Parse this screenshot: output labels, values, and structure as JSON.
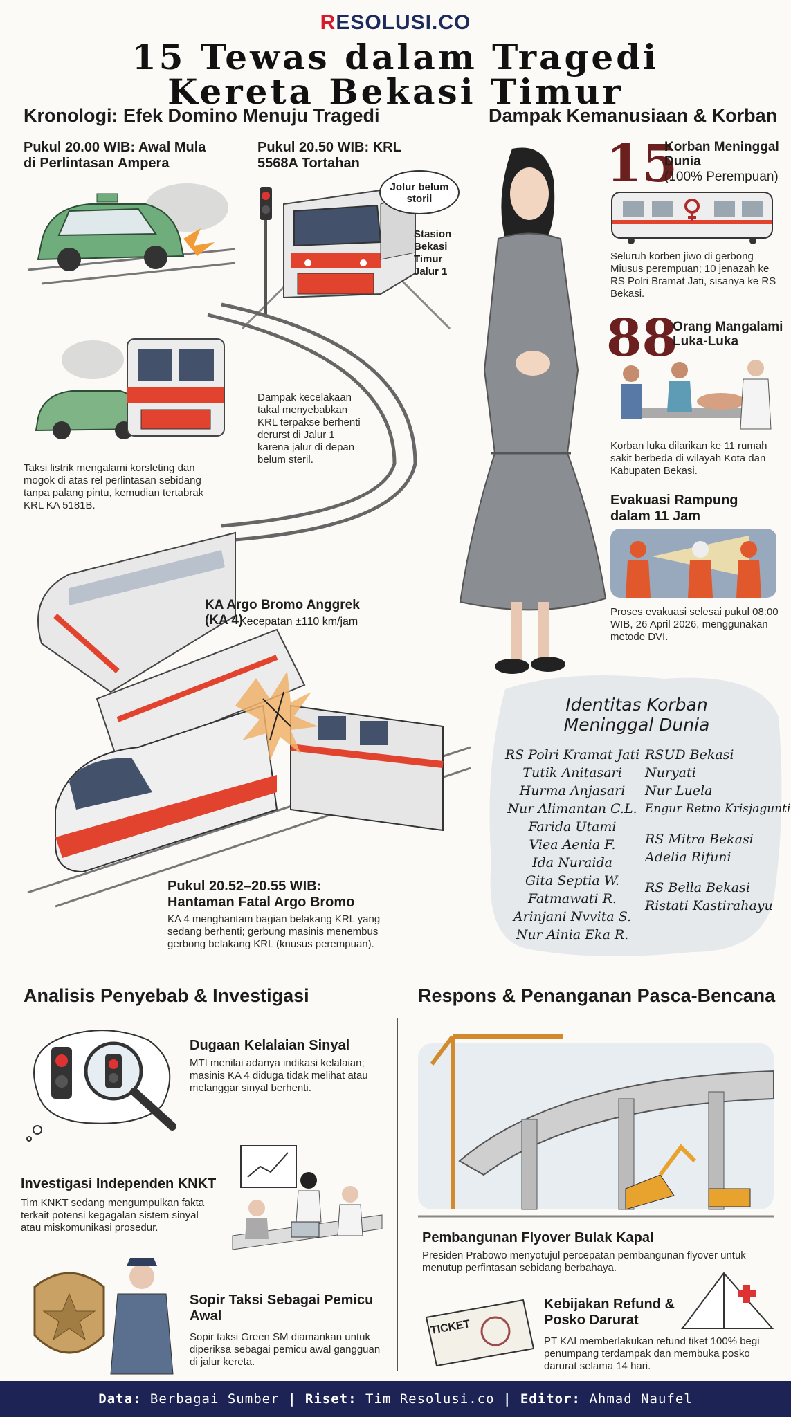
{
  "brand": {
    "prefix": "R",
    "rest": "ESOLUSI.CO"
  },
  "title": {
    "line1": "15 Tewas dalam Tragedi",
    "line2": "Kereta Bekasi Timur"
  },
  "kronologi": {
    "heading": "Kronologi: Efek Domino Menuju Tragedi",
    "step1_title": "Pukul 20.00 WIB: Awal Mula di Perlintasan Ampera",
    "step1_desc": "Taksi listrik mengalami korsleting dan mogok di atas rel perlintasan sebidang tanpa palang pintu, kemudian tertabrak KRL KA 5181B.",
    "step2_title": "Pukul 20.50 WIB: KRL 5568A Tortahan",
    "bubble": "Jolur belum storil",
    "station_label": "Stasion Bekasi Timur Jalur 1",
    "step2_desc": "Dampak kecelakaan takal menyebabkan KRL terpakse berhenti derurst di Jalur 1 karena jalur di depan belum steril.",
    "argo_title": "KA Argo Bromo Anggrek (KA 4)",
    "argo_speed": "Kecepatan ±110 km/jam",
    "step3_title": "Pukul 20.52–20.55 WIB: Hantaman Fatal Argo Bromo",
    "step3_desc": "KA 4 menghantam bagian belakang KRL yang sedang berhenti; gerbung masinis menembus gerbong belakang KRL (knusus perempuan)."
  },
  "dampak": {
    "heading": "Dampak Kemanusiaan & Korban",
    "dead_number": "15",
    "dead_label": "Korban Meninggal Dunia",
    "dead_sub": "(100% Perempuan)",
    "dead_desc": "Seluruh korben jiwo di gerbong Miusus perempuan; 10 jenazah ke RS Polri Bramat Jati, sisanya ke RS Bekasi.",
    "injured_number": "88",
    "injured_label": "Orang Mangalami Luka-Luka",
    "injured_desc": "Korban luka dilarikan ke 11 rumah sakit berbeda di wilayah Kota dan Kabupaten Bekasi.",
    "evac_title": "Evakuasi Rampung dalam 11 Jam",
    "evac_desc": "Proses evakuasi selesai pukul 08:00 WIB, 26 April 2026, menggunakan metode DVI."
  },
  "identitas": {
    "title_line1": "Identitas Korban",
    "title_line2": "Meninggal Dunia",
    "left_col": [
      "RS Polri Kramat Jati",
      "Tutik Anitasari",
      "Hurma Anjasari",
      "Nur Alimantan C.L.",
      "Farida Utami",
      "Viea Aenia F.",
      "Ida Nuraida",
      "Gita Septia W.",
      "Fatmawati R.",
      "Arinjani Nvvita S.",
      "Nur Ainia Eka R."
    ],
    "right_group1": [
      "RSUD Bekasi",
      "Nuryati",
      "Nur Luela",
      "Engur Retno Krisjagunti"
    ],
    "right_group2": [
      "RS Mitra Bekasi",
      "Adelia Rifuni"
    ],
    "right_group3": [
      "RS Bella Bekasi",
      "Ristati Kastirahayu"
    ]
  },
  "analisis": {
    "heading": "Analisis Penyebab & Investigasi",
    "item1_title": "Dugaan Kelalaian Sinyal",
    "item1_desc": "MTI menilai adanya indikasi kelalaian; masinis KA 4 diduga tidak melihat atau melanggar sinyal berhenti.",
    "item2_title": "Investigasi Independen KNKT",
    "item2_desc": "Tim KNKT sedang mengumpulkan fakta terkait potensi kegagalan sistem sinyal atau miskomunikasi prosedur.",
    "item3_title": "Sopir Taksi Sebagai Pemicu Awal",
    "item3_desc": "Sopir taksi Green SM diamankan untuk diperiksa sebagai pemicu awal gangguan di jalur kereta."
  },
  "respons": {
    "heading": "Respons & Penanganan Pasca-Bencana",
    "item1_title": "Pembangunan Flyover Bulak Kapal",
    "item1_desc": "Presiden Prabowo menyotujul percepatan pembangunan flyover untuk menutup perfintasan sebidang berbahaya.",
    "item2_title": "Kebijakan Refund & Posko Darurat",
    "item2_desc": "PT KAI memberlakukan refund tiket 100% begi penumpang terdampak dan membuka posko darurat selama 14 hari.",
    "ticket_text": "TICKET"
  },
  "footer": {
    "data_label": "Data:",
    "data_value": "Berbagai Sumber",
    "riset_label": "Riset:",
    "riset_value": "Tim Resolusi.co",
    "editor_label": "Editor:",
    "editor_value": "Ahmad Naufel",
    "sep": "|"
  },
  "colors": {
    "brand_red": "#d71a2a",
    "brand_navy": "#1d2455",
    "accent_dark_red": "#6b1f1f",
    "train_red": "#e2432f"
  }
}
